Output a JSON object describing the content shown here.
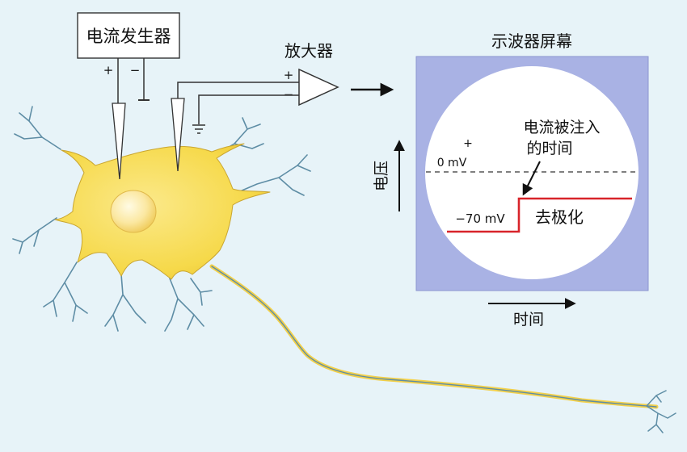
{
  "current_generator": {
    "label": "电流发生器",
    "plus": "+",
    "minus": "−"
  },
  "amplifier": {
    "label": "放大器",
    "plus": "+",
    "minus": "−"
  },
  "oscilloscope": {
    "title": "示波器屏幕",
    "plus_sign": "+",
    "zero_mv": "0 mV",
    "minus_70_mv": "−70 mV",
    "injection_note_line1": "电流被注入",
    "injection_note_line2": "的时间",
    "depolarization": "去极化",
    "y_axis_label": "电压",
    "x_axis_label": "时间"
  },
  "colors": {
    "background": "#e7f3f8",
    "screen_frame": "#a9b2e4",
    "trace": "#d8242a",
    "cell_body": "#f6dc52",
    "nucleus": "#fbeea0",
    "neurite": "#5e8da5"
  }
}
